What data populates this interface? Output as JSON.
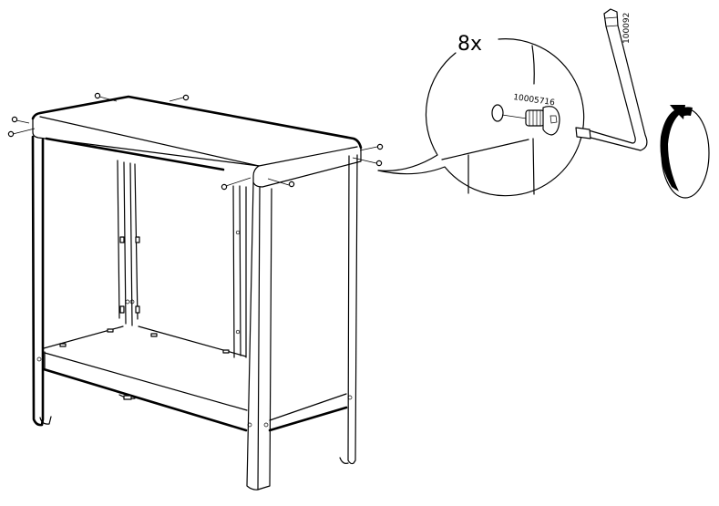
{
  "diagram": {
    "type": "assembly-instruction",
    "subject": "Table / cabinet frame with top, lower shelf and four legs",
    "step_callout": {
      "quantity_label": "8x",
      "screw_part_number": "10005716",
      "tool_part_number": "100092",
      "tool": "hex-key (Allen key)",
      "action": "rotate clockwise to tighten"
    },
    "screws_shown_on_frame": 8,
    "colors": {
      "line": "#000000",
      "background": "#ffffff"
    }
  }
}
